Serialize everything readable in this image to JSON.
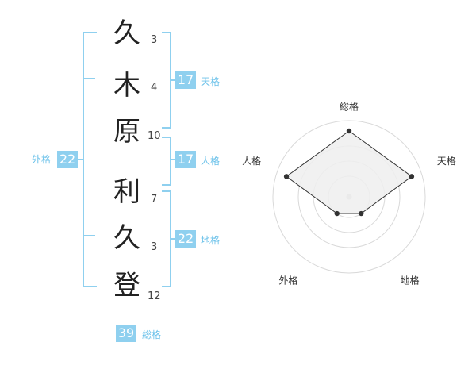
{
  "name": {
    "characters": [
      {
        "char": "久",
        "strokes": "3"
      },
      {
        "char": "木",
        "strokes": "4"
      },
      {
        "char": "原",
        "strokes": "10"
      },
      {
        "char": "利",
        "strokes": "7"
      },
      {
        "char": "久",
        "strokes": "3"
      },
      {
        "char": "登",
        "strokes": "12"
      }
    ]
  },
  "kakusu": {
    "tenkaku": {
      "label": "天格",
      "value": "17"
    },
    "jinkaku": {
      "label": "人格",
      "value": "17"
    },
    "chikaku": {
      "label": "地格",
      "value": "22"
    },
    "gaikaku": {
      "label": "外格",
      "value": "22"
    },
    "soukaku": {
      "label": "総格",
      "value": "39"
    }
  },
  "colors": {
    "accent": "#8fd0ef",
    "accent_text": "#6cc2ea",
    "radar_fill": "#efefef"
  },
  "chart_data": {
    "type": "radar",
    "axes": [
      "総格",
      "天格",
      "地格",
      "外格",
      "人格"
    ],
    "values": [
      4,
      4,
      1,
      1,
      4
    ],
    "max": 4,
    "grid": true
  }
}
